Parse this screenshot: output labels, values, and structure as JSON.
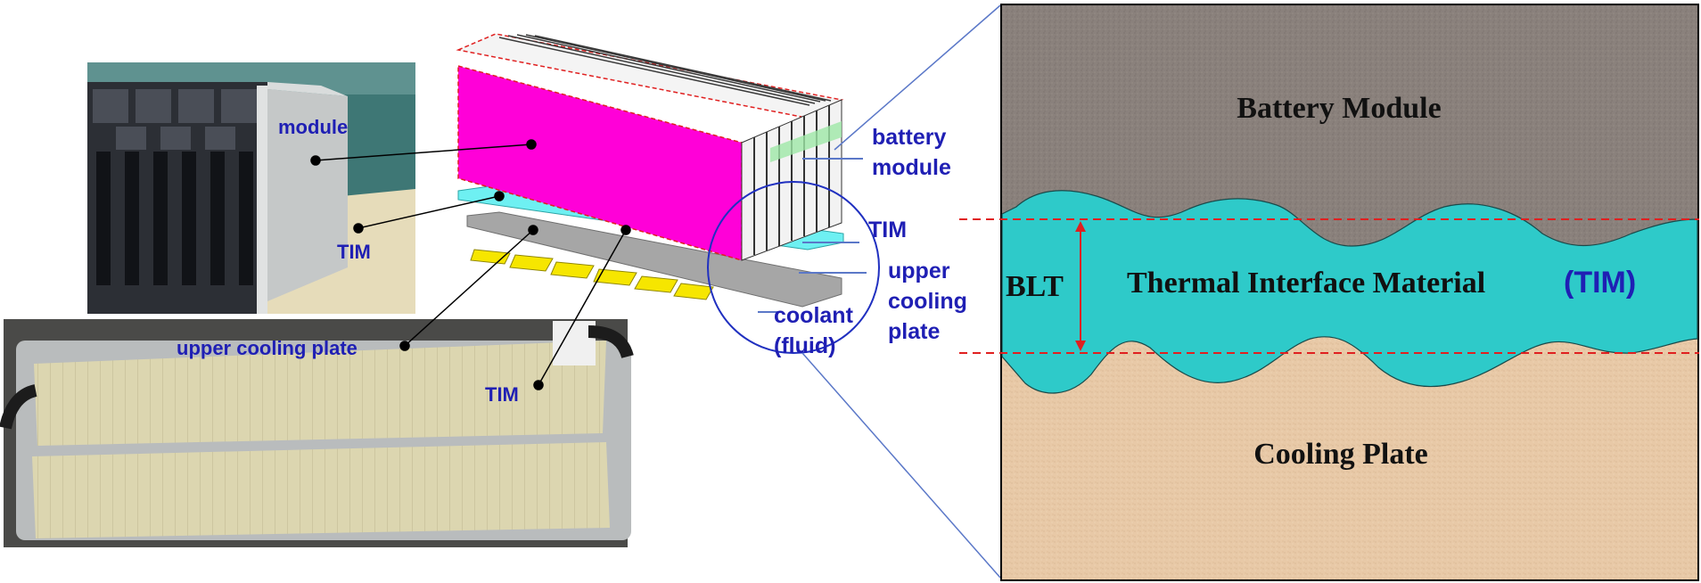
{
  "photo_module": {
    "module_label": "module",
    "tim_label": "TIM"
  },
  "photo_plate": {
    "plate_label": "upper cooling plate",
    "tim_label": "TIM"
  },
  "pack_diagram": {
    "battery_module_line1": "battery",
    "battery_module_line2": "module",
    "tim_label": "TIM",
    "upper_cooling_line1": "upper",
    "upper_cooling_line2": "cooling",
    "upper_cooling_line3": "plate",
    "coolant_line1": "coolant",
    "coolant_line2": "(fluid)"
  },
  "cross_section": {
    "battery_module_label": "Battery Module",
    "tim_label_main": "Thermal Interface Material",
    "tim_label_abbr": "(TIM)",
    "blt_label": "BLT",
    "cooling_plate_label": "Cooling Plate"
  },
  "colors": {
    "label_blue": "#1f1fb4",
    "module_magenta": "#ff00d8",
    "tim_cyan": "#2ecac9",
    "battery_gray": "#8a817c",
    "cooling_tan": "#e8c9a7",
    "dimension_red": "#e02020"
  }
}
